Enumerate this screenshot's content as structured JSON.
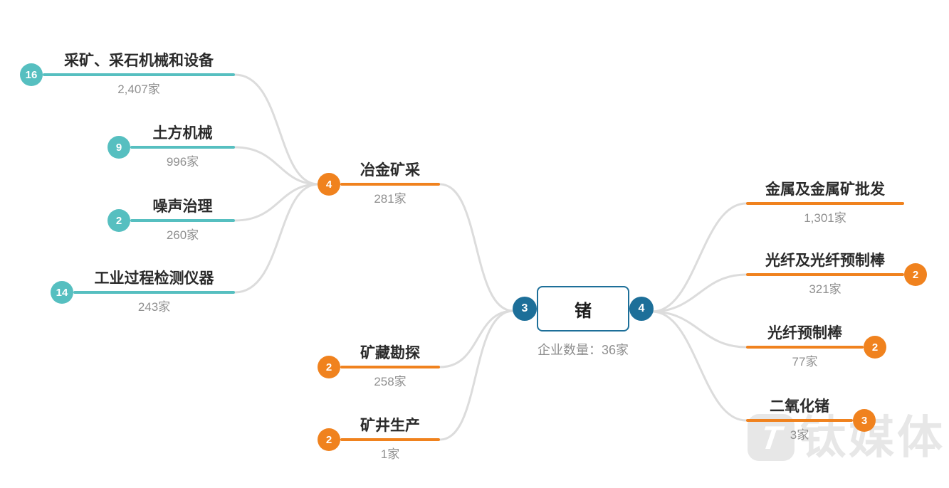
{
  "colors": {
    "teal_branch": "#56bfc0",
    "orange_branch": "#f0821e",
    "center_blue": "#1d6f99",
    "connector_gray": "#dcdcdc",
    "label_text": "#2b2b2b",
    "count_text": "#8f8f8f",
    "watermark_gray": "#e7e7e7"
  },
  "root": {
    "label": "锗",
    "count_label": "企业数量：36家",
    "left_badge": "3",
    "right_badge": "4"
  },
  "upstream": {
    "metallurgy_mining": {
      "label": "冶金矿采",
      "count": "281家",
      "badge": "4"
    },
    "mining_quarrying_machinery": {
      "label": "采矿、采石机械和设备",
      "count": "2,407家",
      "badge": "16"
    },
    "earthmoving_machinery": {
      "label": "土方机械",
      "count": "996家",
      "badge": "9"
    },
    "noise_control": {
      "label": "噪声治理",
      "count": "260家",
      "badge": "2"
    },
    "industrial_process_instruments": {
      "label": "工业过程检测仪器",
      "count": "243家",
      "badge": "14"
    },
    "mineral_exploration": {
      "label": "矿藏勘探",
      "count": "258家",
      "badge": "2"
    },
    "mine_production": {
      "label": "矿井生产",
      "count": "1家",
      "badge": "2"
    }
  },
  "downstream": {
    "metal_wholesale": {
      "label": "金属及金属矿批发",
      "count": "1,301家"
    },
    "fiber_and_preform": {
      "label": "光纤及光纤预制棒",
      "count": "321家",
      "badge": "2"
    },
    "fiber_preform": {
      "label": "光纤预制棒",
      "count": "77家",
      "badge": "2"
    },
    "germanium_dioxide": {
      "label": "二氧化锗",
      "count": "3家",
      "badge": "3"
    }
  },
  "watermark": {
    "logo_glyph": "T",
    "text": "钛媒体"
  }
}
